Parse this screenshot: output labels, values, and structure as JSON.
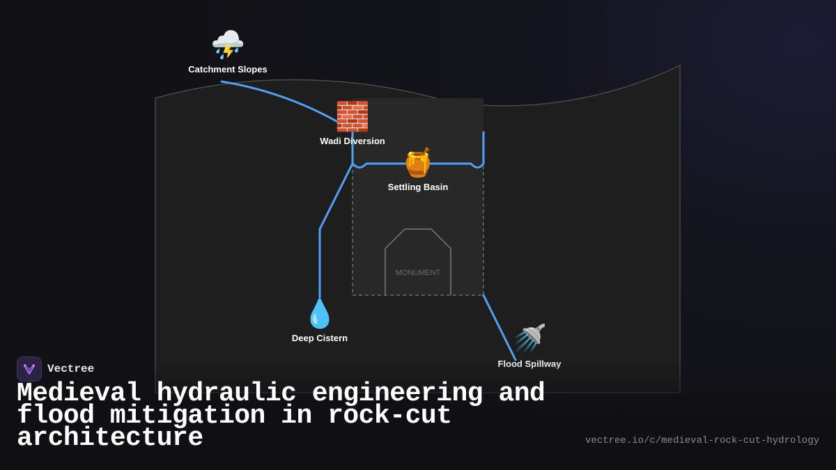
{
  "diagram": {
    "nodes": {
      "catchment": {
        "icon": "⛈️",
        "icon_name": "storm-cloud-icon",
        "label": "Catchment Slopes"
      },
      "wadi": {
        "icon": "🧱",
        "icon_name": "brick-wall-icon",
        "label": "Wadi Diversion"
      },
      "settling": {
        "icon": "🍯",
        "icon_name": "honey-pot-icon",
        "label": "Settling Basin"
      },
      "cistern": {
        "icon": "💧",
        "icon_name": "water-droplet-icon",
        "label": "Deep Cistern"
      },
      "spillway": {
        "icon": "🚿",
        "icon_name": "shower-icon",
        "label": "Flood Spillway"
      }
    },
    "monument_label": "MONUMENT"
  },
  "brand": {
    "name": "Vectree",
    "logo_icon": "vectree-logo-icon"
  },
  "title": "Medieval hydraulic engineering and flood mitigation in rock-cut architecture",
  "url": "vectree.io/c/medieval-rock-cut-hydrology",
  "colors": {
    "background": "#111116",
    "rock": "#1e1e1e",
    "monument_block": "#282828",
    "water_channel": "#4ea3f7",
    "outline": "#555555",
    "text": "#ffffff",
    "url_text": "#8a8a96"
  }
}
